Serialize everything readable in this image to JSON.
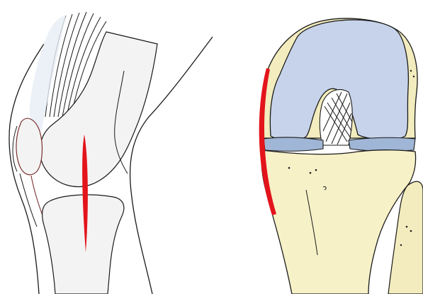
{
  "figure": {
    "panels": [
      {
        "id": "lateral-view",
        "icon": "knee-lateral-illustration"
      },
      {
        "id": "anterior-view",
        "icon": "knee-anterior-illustration"
      }
    ],
    "colors": {
      "background": "#ffffff",
      "outline": "#1a1a1a",
      "bone_light": "#f3f3f3",
      "tendon_fill": "#e6edf5",
      "femur_blue": "#c7d3ea",
      "tibia_cream": "#f7f1c8",
      "bone_cream": "#f2ecbe",
      "meniscus_blue": "#9fb6d6",
      "incision_red": "#e3141b"
    }
  }
}
